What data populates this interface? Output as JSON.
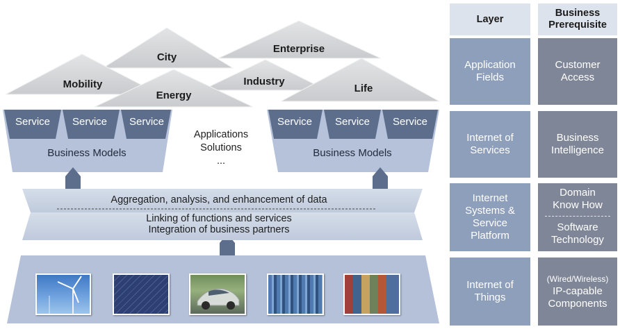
{
  "roofs": {
    "city": "City",
    "enterprise": "Enterprise",
    "mobility": "Mobility",
    "energy": "Energy",
    "industry": "Industry",
    "life": "Life"
  },
  "left_platform": {
    "services": [
      "Service",
      "Service",
      "Service"
    ],
    "business_models": "Business Models"
  },
  "right_platform": {
    "services": [
      "Service",
      "Service",
      "Service"
    ],
    "business_models": "Business Models"
  },
  "center_text": {
    "line1": "Applications",
    "line2": "Solutions",
    "line3": "..."
  },
  "middle_bar": {
    "aggregation": "Aggregation, analysis, and enhancement of data",
    "linking": "Linking of functions and services",
    "integration": "Integration of business partners"
  },
  "things_images": [
    "wind-turbine-image",
    "solar-panel-image",
    "car-image",
    "factory-image",
    "containers-image"
  ],
  "table": {
    "header_layer": "Layer",
    "header_prereq_1": "Business",
    "header_prereq_2": "Prerequisite",
    "rows": [
      {
        "layer_1": "Application",
        "layer_2": "Fields",
        "prereq_1": "Customer",
        "prereq_2": "Access"
      },
      {
        "layer_1": "Internet of",
        "layer_2": "Services",
        "prereq_1": "Business",
        "prereq_2": "Intelligence"
      },
      {
        "layer_1": "Internet",
        "layer_2": "Systems &",
        "layer_3": "Service",
        "layer_4": "Platform",
        "prereq_a1": "Domain",
        "prereq_a2": "Know How",
        "prereq_b1": "Software",
        "prereq_b2": "Technology"
      },
      {
        "layer_1": "Internet of",
        "layer_2": "Things",
        "prereq_small": "(Wired/Wireless)",
        "prereq_1": "IP-capable",
        "prereq_2": "Components"
      }
    ]
  },
  "colors": {
    "header_bg": "#dde3ec",
    "layer_cell": "#8e9fbc",
    "prereq_cell": "#7f8697",
    "roof": "#d3d5d7",
    "service_dark": "#5c6d8c",
    "platform_light": "#b3c0d8",
    "bar": "#c9d3e3",
    "base": "#b2bfd6"
  }
}
